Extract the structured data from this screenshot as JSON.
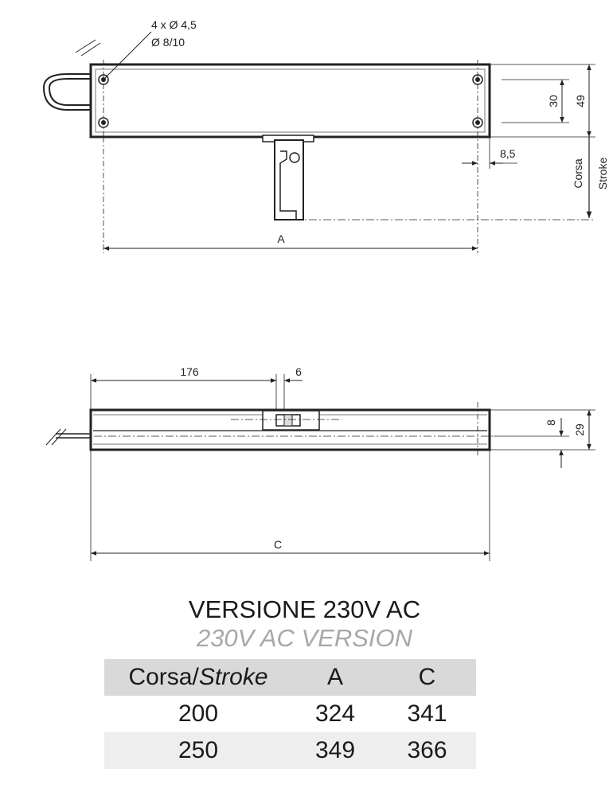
{
  "top_view": {
    "holes_note_line1": "4 x Ø 4,5",
    "holes_note_line2": "Ø 8/10",
    "dim_30": "30",
    "dim_49": "49",
    "dim_8_5": "8,5",
    "stroke_label_it": "Corsa",
    "stroke_label_en": "Stroke",
    "dim_A": "A"
  },
  "side_view": {
    "dim_176": "176",
    "dim_6": "6",
    "dim_8": "8",
    "dim_29": "29",
    "dim_C": "C"
  },
  "table": {
    "title": "VERSIONE 230V AC",
    "subtitle": "230V AC VERSION",
    "header_stroke_it": "Corsa/",
    "header_stroke_en": "Stroke",
    "header_a": "A",
    "header_c": "C",
    "rows": [
      {
        "stroke": "200",
        "a": "324",
        "c": "341"
      },
      {
        "stroke": "250",
        "a": "349",
        "c": "366"
      }
    ]
  }
}
